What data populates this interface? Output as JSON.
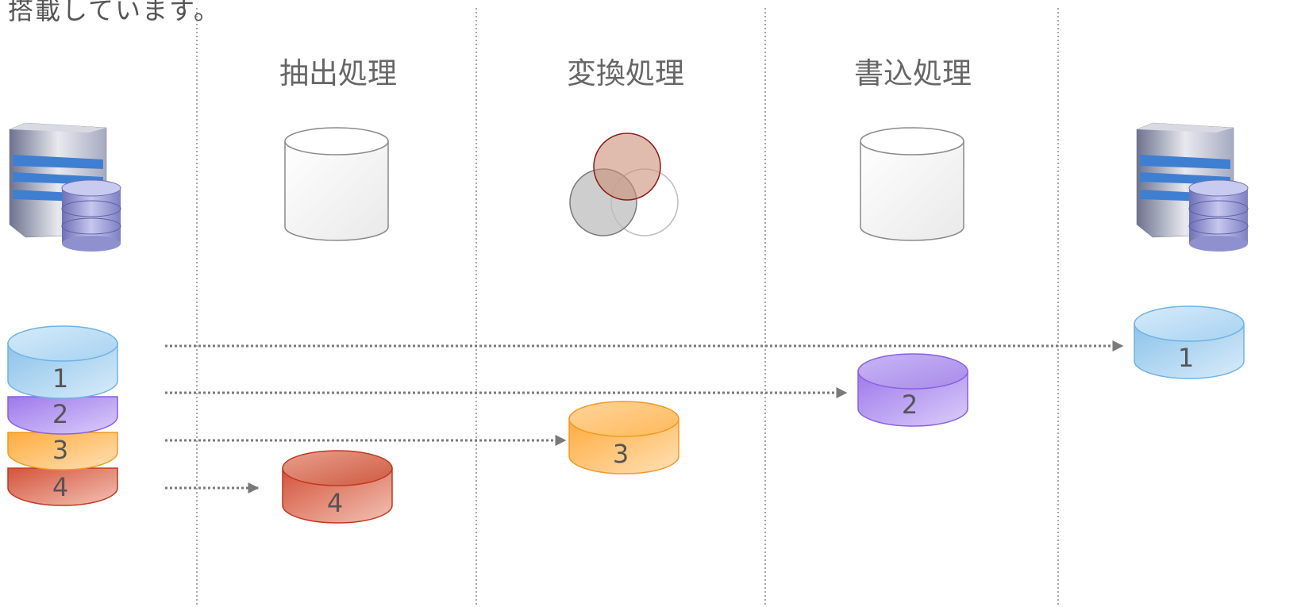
{
  "intro_text": "搭載しています。",
  "headers": {
    "extract": "抽出処理",
    "transform": "変換処理",
    "load": "書込処理"
  },
  "source_stack": [
    "1",
    "2",
    "3",
    "4"
  ],
  "destinations": {
    "extract_output": "4",
    "transform_output": "3",
    "load_output": "2",
    "target_output": "1"
  },
  "colors": {
    "blue": "#a9d4f2",
    "purple": "#b99bf0",
    "orange": "#ffc06a",
    "red": "#e06a50",
    "divider": "#888888",
    "arrow": "#7a7a7a"
  },
  "icons": {
    "source_server": "database-server-icon",
    "target_server": "database-server-icon",
    "extract_stage": "empty-cylinder-icon",
    "transform_stage": "venn-circles-icon",
    "load_stage": "empty-cylinder-icon"
  }
}
